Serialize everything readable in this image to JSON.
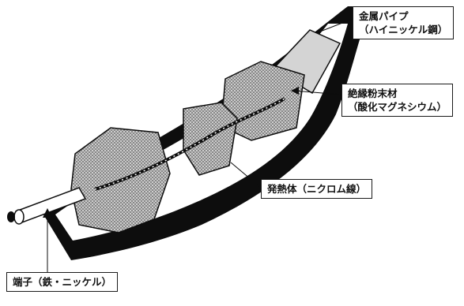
{
  "labels": {
    "metal_pipe": {
      "line1": "金属パイプ",
      "line2": "（ハイニッケル鋼）"
    },
    "insulation_powder": {
      "line1": "絶縁粉末材",
      "line2": "（酸化マグネシウム）"
    },
    "heating_element": {
      "line1": "発熱体（ニクロム線）"
    },
    "terminal": {
      "line1": "端子（鉄・ニッケル）"
    }
  },
  "colors": {
    "sheath": "#0d0d0d",
    "sheath_inner": "#ffffff",
    "powder": "#8a8a8a",
    "powder_light": "#cfcfcf",
    "wire": "#ffffff",
    "ink": "#111111"
  }
}
